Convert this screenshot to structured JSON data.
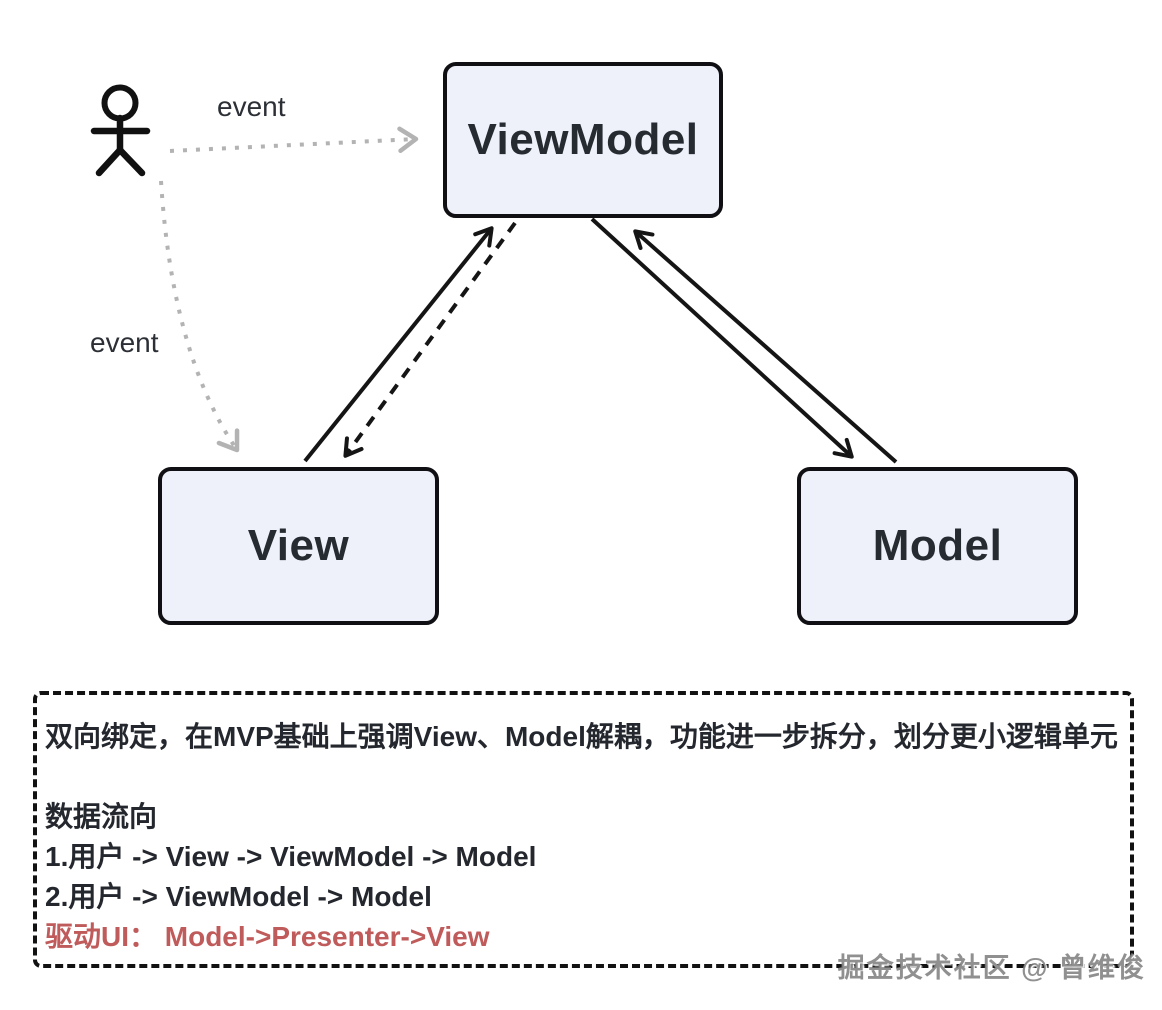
{
  "colors": {
    "node_fill": "#eef1fa",
    "node_border": "#101014",
    "text_dark": "#24282e",
    "arrow_black": "#151515",
    "arrow_gray": "#b3b3b3",
    "drive_ui_red": "#c05b5b"
  },
  "diagram": {
    "actor": {
      "name": "user-stick-figure"
    },
    "event_labels": [
      {
        "text": "event"
      },
      {
        "text": "event"
      }
    ],
    "nodes": [
      {
        "id": "viewmodel",
        "label": "ViewModel"
      },
      {
        "id": "view",
        "label": "View"
      },
      {
        "id": "model",
        "label": "Model"
      }
    ],
    "edges": [
      {
        "from": "user",
        "to": "viewmodel",
        "style": "dotted-gray",
        "label": "event"
      },
      {
        "from": "user",
        "to": "view",
        "style": "dotted-gray",
        "label": "event"
      },
      {
        "from": "view",
        "to": "viewmodel",
        "style": "solid"
      },
      {
        "from": "viewmodel",
        "to": "view",
        "style": "dashed"
      },
      {
        "from": "viewmodel",
        "to": "model",
        "style": "solid"
      },
      {
        "from": "model",
        "to": "viewmodel",
        "style": "solid"
      }
    ]
  },
  "note_box": {
    "summary": "双向绑定，在MVP基础上强调View、Model解耦，功能进一步拆分，划分更小逻辑单元",
    "flow_title": "数据流向",
    "flow_items": [
      "1.用户 -> View -> ViewModel -> Model",
      "2.用户 -> ViewModel -> Model"
    ],
    "drive_ui": "驱动UI： Model->Presenter->View"
  },
  "watermark": "掘金技术社区 @ 曾维俊"
}
